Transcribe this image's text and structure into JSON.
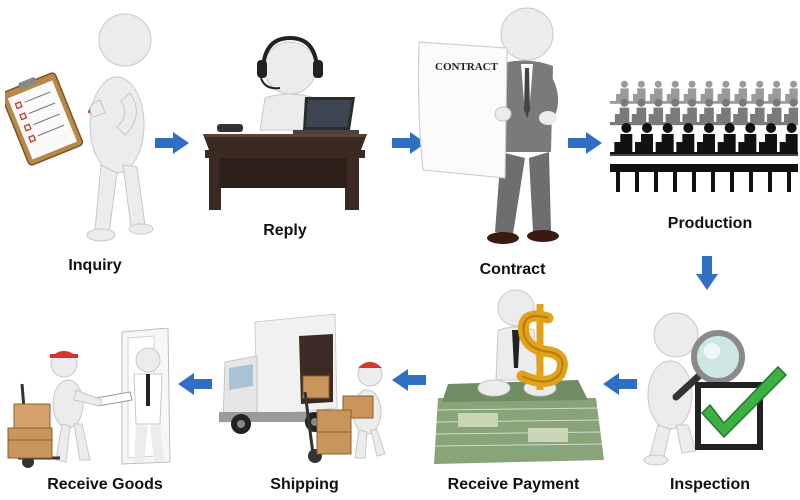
{
  "steps": [
    {
      "id": "inquiry",
      "label": "Inquiry"
    },
    {
      "id": "reply",
      "label": "Reply"
    },
    {
      "id": "contract",
      "label": "Contract",
      "sign_text": "CONTRACT"
    },
    {
      "id": "production",
      "label": "Production"
    },
    {
      "id": "inspection",
      "label": "Inspection"
    },
    {
      "id": "receive-payment",
      "label": "Receive Payment"
    },
    {
      "id": "shipping",
      "label": "Shipping"
    },
    {
      "id": "receive-goods",
      "label": "Receive Goods"
    }
  ],
  "colors": {
    "arrow": "#2f6fc4",
    "figure": "#e8e8e8",
    "desk": "#3a2a22",
    "check": "#3cb043",
    "box": "#c9955b",
    "money": "#7e9b6d",
    "gold": "#e0a21b",
    "hat": "#d9342b"
  }
}
